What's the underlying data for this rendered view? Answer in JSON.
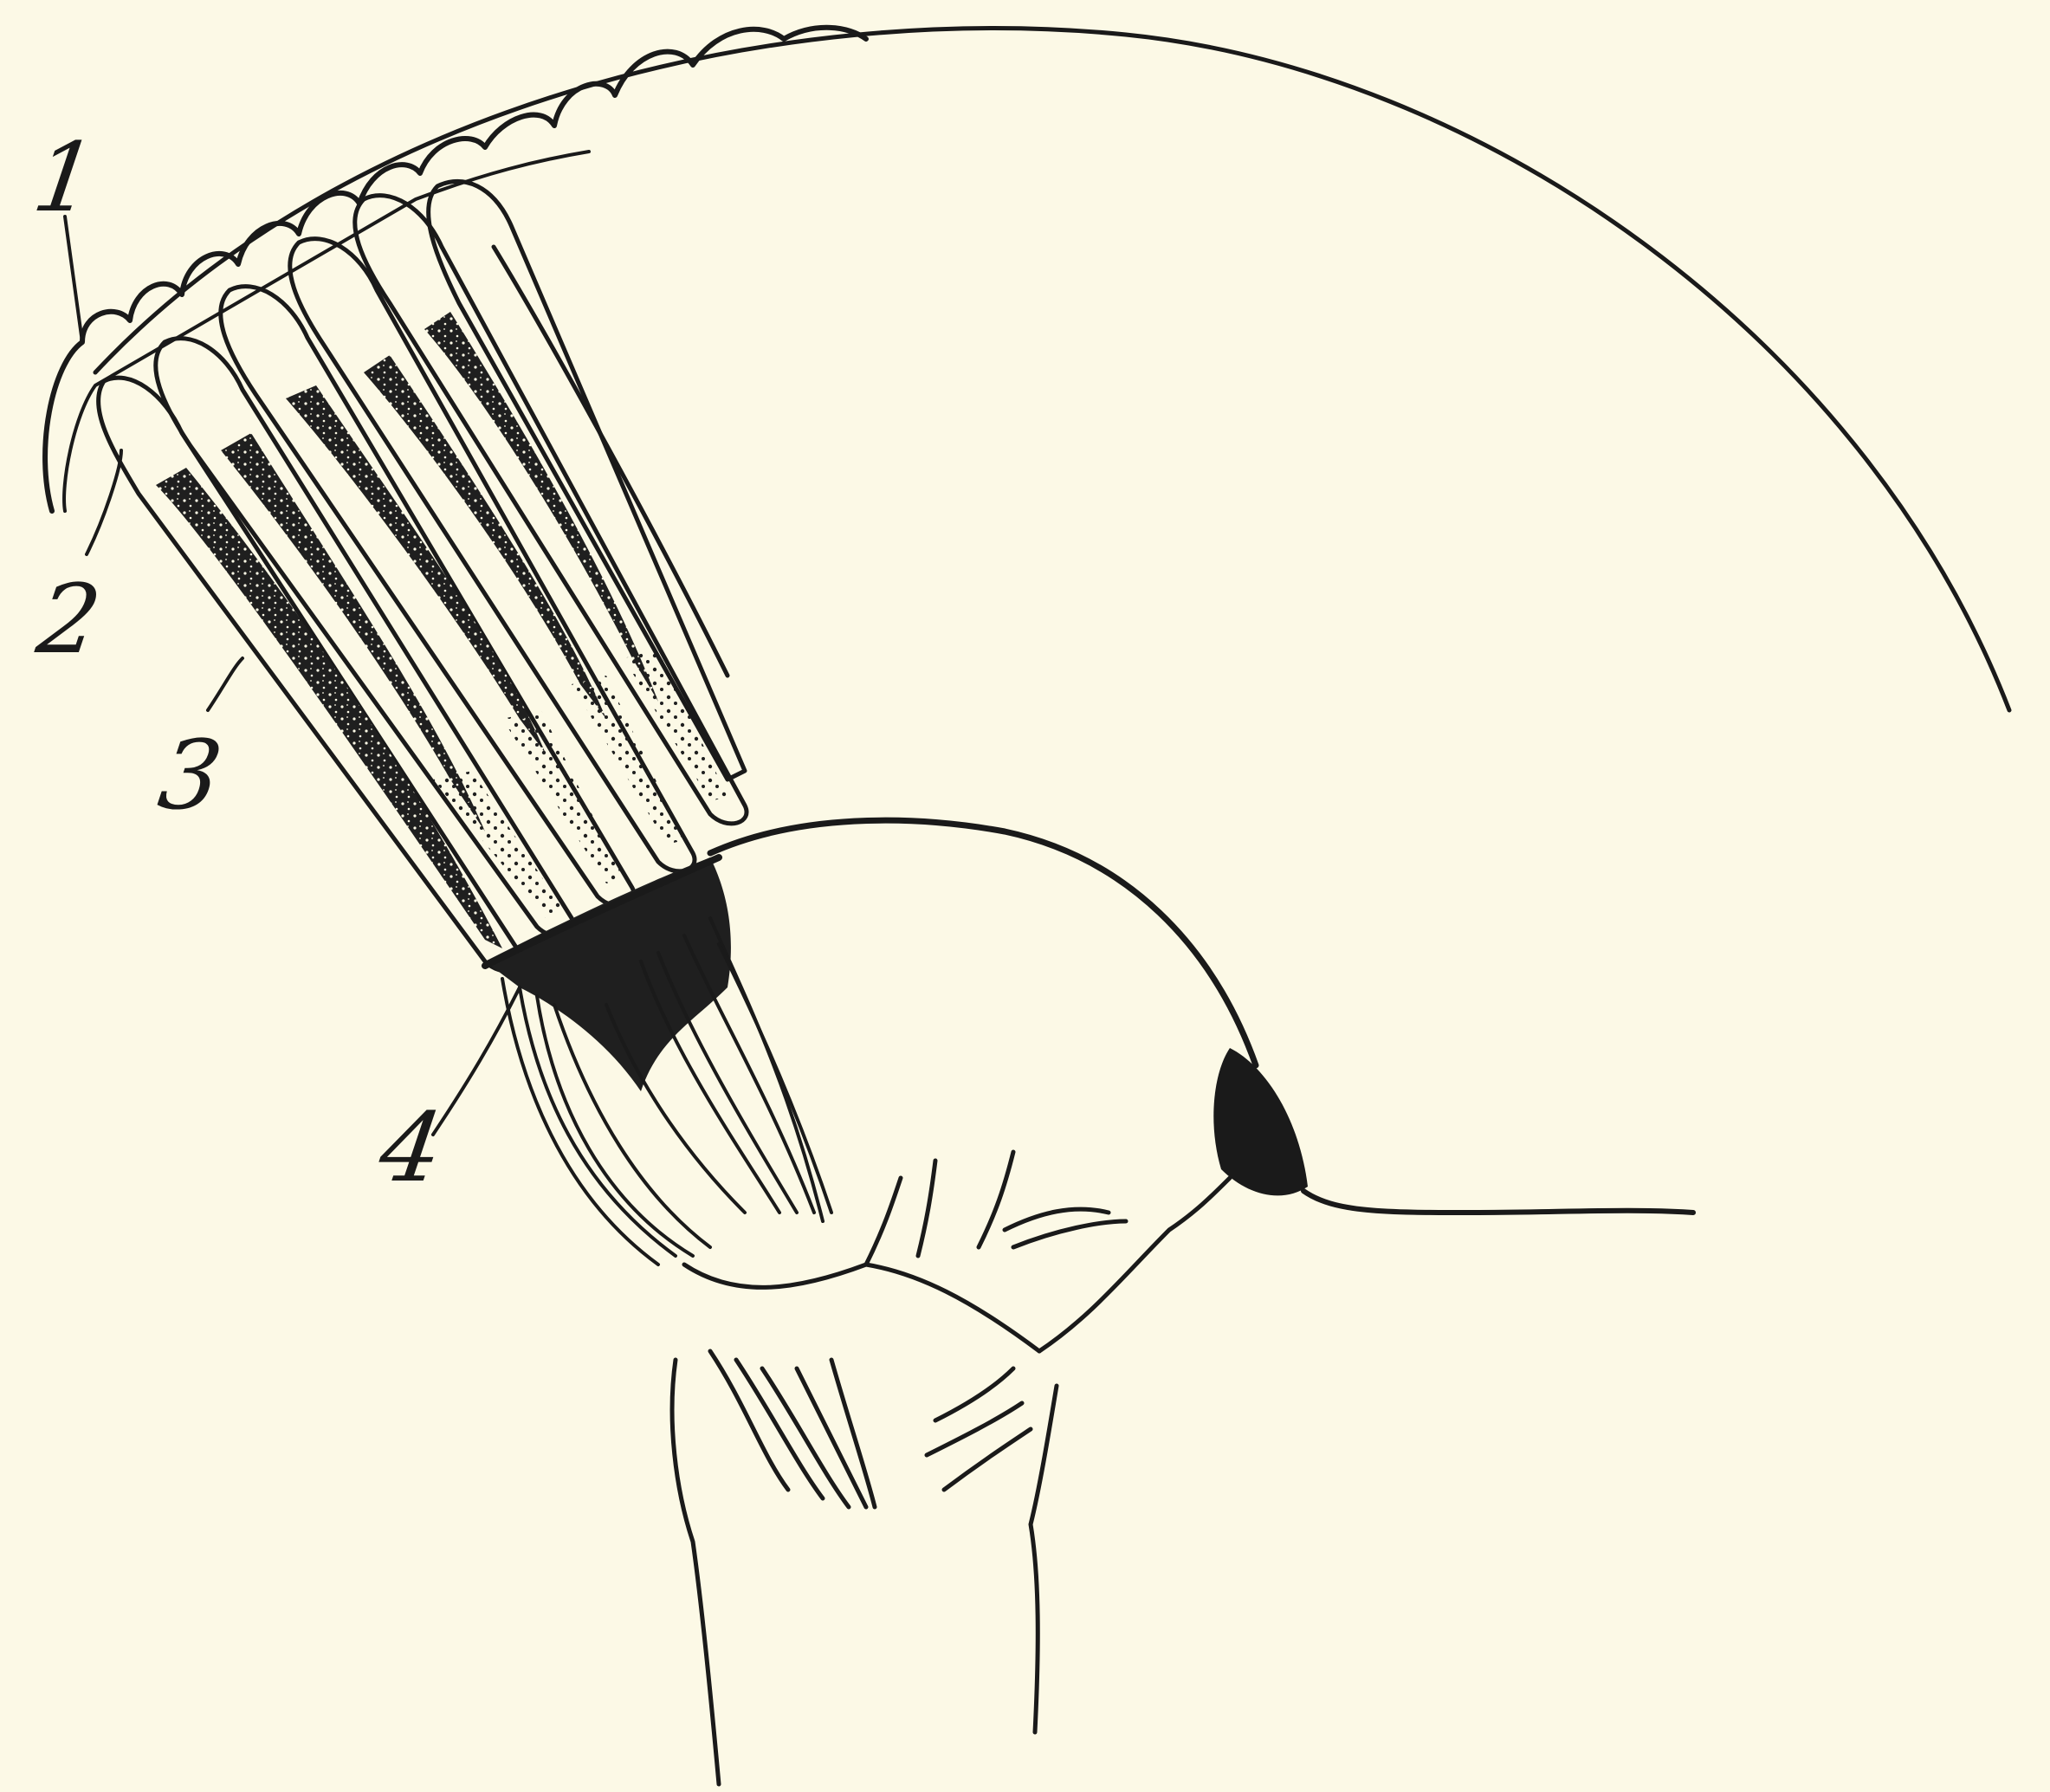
{
  "labels": {
    "l1": "1",
    "l2": "2",
    "l3": "3",
    "l4": "4"
  },
  "colors": {
    "paper": "#fcf9e6",
    "ink": "#1a1a1a"
  }
}
